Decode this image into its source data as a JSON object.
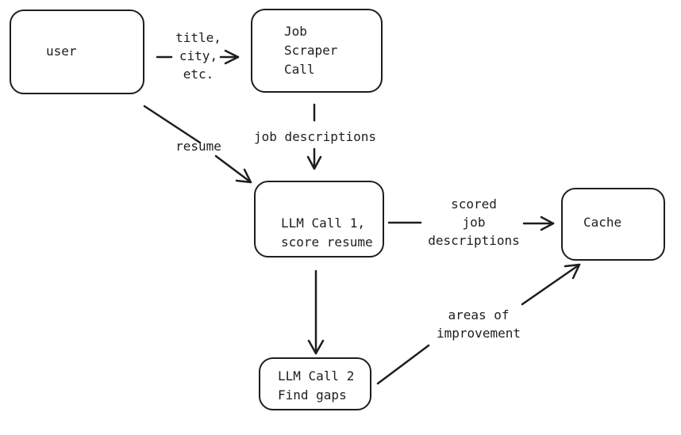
{
  "nodes": {
    "user": {
      "label": "user"
    },
    "job_scraper": {
      "label": "Job\nScraper\nCall"
    },
    "llm_call_1": {
      "label": "LLM Call 1,\nscore resume"
    },
    "cache": {
      "label": "Cache"
    },
    "llm_call_2": {
      "label": "LLM Call 2\nFind gaps"
    }
  },
  "edges": {
    "user_to_scraper": {
      "label": "title,\ncity,\netc."
    },
    "user_to_llm1": {
      "label": "resume"
    },
    "scraper_to_llm1": {
      "label": "job descriptions"
    },
    "llm1_to_cache": {
      "label": "scored\njob\ndescriptions"
    },
    "llm1_to_llm2": {
      "label": ""
    },
    "llm2_to_cache": {
      "label": "areas of\nimprovement"
    }
  },
  "style": {
    "stroke": "#1e1e1e",
    "background": "#ffffff"
  }
}
